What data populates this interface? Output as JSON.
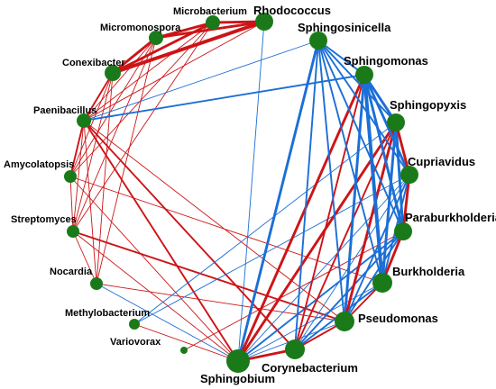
{
  "colors": {
    "positive": "#cc1417",
    "negative": "#1b6fd6",
    "node": "#1a7a1a"
  },
  "nodes": [
    {
      "id": "rhodococcus",
      "label": "Rhodococcus"
    },
    {
      "id": "microbacterium",
      "label": "Microbacterium"
    },
    {
      "id": "micromonospora",
      "label": "Micromonospora"
    },
    {
      "id": "conexibacter",
      "label": "Conexibacter"
    },
    {
      "id": "paenibacillus",
      "label": "Paenibacillus"
    },
    {
      "id": "amycolatopsis",
      "label": "Amycolatopsis"
    },
    {
      "id": "streptomyces",
      "label": "Streptomyces"
    },
    {
      "id": "nocardia",
      "label": "Nocardia"
    },
    {
      "id": "methylobacterium",
      "label": "Methylobacterium"
    },
    {
      "id": "variovorax",
      "label": "Variovorax"
    },
    {
      "id": "sphingobium",
      "label": "Sphingobium"
    },
    {
      "id": "corynebacterium",
      "label": "Corynebacterium"
    },
    {
      "id": "pseudomonas",
      "label": "Pseudomonas"
    },
    {
      "id": "burkholderia",
      "label": "Burkholderia"
    },
    {
      "id": "paraburkholderia",
      "label": "Paraburkholderia"
    },
    {
      "id": "cupriavidus",
      "label": "Cupriavidus"
    },
    {
      "id": "sphingopyxis",
      "label": "Sphingopyxis"
    },
    {
      "id": "sphingomonas",
      "label": "Sphingomonas"
    },
    {
      "id": "sphingosinicella",
      "label": "Sphingosinicella"
    }
  ],
  "edges": [
    [
      "rhodococcus",
      "microbacterium",
      "pos",
      3
    ],
    [
      "rhodococcus",
      "micromonospora",
      "pos",
      3
    ],
    [
      "rhodococcus",
      "conexibacter",
      "pos",
      4
    ],
    [
      "rhodococcus",
      "paenibacillus",
      "pos",
      1
    ],
    [
      "rhodococcus",
      "sphingobium",
      "neg",
      1
    ],
    [
      "microbacterium",
      "micromonospora",
      "pos",
      3
    ],
    [
      "microbacterium",
      "conexibacter",
      "pos",
      3
    ],
    [
      "microbacterium",
      "paenibacillus",
      "pos",
      1
    ],
    [
      "microbacterium",
      "amycolatopsis",
      "pos",
      1
    ],
    [
      "microbacterium",
      "streptomyces",
      "pos",
      1
    ],
    [
      "micromonospora",
      "conexibacter",
      "pos",
      3
    ],
    [
      "micromonospora",
      "paenibacillus",
      "pos",
      1
    ],
    [
      "micromonospora",
      "amycolatopsis",
      "pos",
      1
    ],
    [
      "micromonospora",
      "streptomyces",
      "pos",
      1
    ],
    [
      "micromonospora",
      "nocardia",
      "pos",
      1
    ],
    [
      "conexibacter",
      "amycolatopsis",
      "pos",
      1
    ],
    [
      "conexibacter",
      "streptomyces",
      "pos",
      1
    ],
    [
      "conexibacter",
      "nocardia",
      "pos",
      1
    ],
    [
      "conexibacter",
      "paenibacillus",
      "pos",
      2
    ],
    [
      "paenibacillus",
      "amycolatopsis",
      "pos",
      2
    ],
    [
      "paenibacillus",
      "streptomyces",
      "pos",
      1
    ],
    [
      "paenibacillus",
      "nocardia",
      "pos",
      1
    ],
    [
      "paenibacillus",
      "sphingomonas",
      "neg",
      2
    ],
    [
      "paenibacillus",
      "sphingosinicella",
      "neg",
      1
    ],
    [
      "paenibacillus",
      "sphingobium",
      "pos",
      2
    ],
    [
      "paenibacillus",
      "corynebacterium",
      "pos",
      2
    ],
    [
      "paenibacillus",
      "pseudomonas",
      "pos",
      1
    ],
    [
      "amycolatopsis",
      "streptomyces",
      "pos",
      1
    ],
    [
      "amycolatopsis",
      "burkholderia",
      "pos",
      1
    ],
    [
      "amycolatopsis",
      "sphingobium",
      "pos",
      1
    ],
    [
      "streptomyces",
      "nocardia",
      "pos",
      1
    ],
    [
      "streptomyces",
      "pseudomonas",
      "pos",
      2
    ],
    [
      "streptomyces",
      "sphingobium",
      "pos",
      1
    ],
    [
      "nocardia",
      "pseudomonas",
      "pos",
      1
    ],
    [
      "nocardia",
      "sphingobium",
      "neg",
      1
    ],
    [
      "methylobacterium",
      "sphingobium",
      "pos",
      1
    ],
    [
      "methylobacterium",
      "cupriavidus",
      "neg",
      1
    ],
    [
      "methylobacterium",
      "sphingopyxis",
      "neg",
      1
    ],
    [
      "variovorax",
      "paraburkholderia",
      "pos",
      1
    ],
    [
      "sphingobium",
      "corynebacterium",
      "pos",
      3
    ],
    [
      "sphingobium",
      "sphingosinicella",
      "neg",
      3
    ],
    [
      "sphingobium",
      "sphingomonas",
      "pos",
      3
    ],
    [
      "sphingobium",
      "sphingopyxis",
      "pos",
      3
    ],
    [
      "sphingobium",
      "cupriavidus",
      "neg",
      1
    ],
    [
      "sphingobium",
      "paraburkholderia",
      "neg",
      2
    ],
    [
      "sphingobium",
      "burkholderia",
      "neg",
      1
    ],
    [
      "sphingobium",
      "pseudomonas",
      "neg",
      1
    ],
    [
      "corynebacterium",
      "sphingosinicella",
      "neg",
      2
    ],
    [
      "corynebacterium",
      "sphingomonas",
      "pos",
      2
    ],
    [
      "corynebacterium",
      "sphingopyxis",
      "pos",
      2
    ],
    [
      "corynebacterium",
      "cupriavidus",
      "neg",
      1
    ],
    [
      "corynebacterium",
      "paraburkholderia",
      "neg",
      2
    ],
    [
      "corynebacterium",
      "burkholderia",
      "neg",
      2
    ],
    [
      "corynebacterium",
      "pseudomonas",
      "pos",
      2
    ],
    [
      "pseudomonas",
      "sphingosinicella",
      "neg",
      2
    ],
    [
      "pseudomonas",
      "sphingomonas",
      "neg",
      3
    ],
    [
      "pseudomonas",
      "sphingopyxis",
      "pos",
      3
    ],
    [
      "pseudomonas",
      "cupriavidus",
      "neg",
      2
    ],
    [
      "pseudomonas",
      "paraburkholderia",
      "neg",
      2
    ],
    [
      "pseudomonas",
      "burkholderia",
      "pos",
      2
    ],
    [
      "burkholderia",
      "sphingosinicella",
      "neg",
      2
    ],
    [
      "burkholderia",
      "sphingomonas",
      "neg",
      4
    ],
    [
      "burkholderia",
      "sphingopyxis",
      "neg",
      3
    ],
    [
      "burkholderia",
      "cupriavidus",
      "neg",
      2
    ],
    [
      "burkholderia",
      "paraburkholderia",
      "pos",
      3
    ],
    [
      "paraburkholderia",
      "sphingosinicella",
      "neg",
      2
    ],
    [
      "paraburkholderia",
      "sphingomonas",
      "neg",
      3
    ],
    [
      "paraburkholderia",
      "sphingopyxis",
      "neg",
      3
    ],
    [
      "paraburkholderia",
      "cupriavidus",
      "pos",
      3
    ],
    [
      "cupriavidus",
      "sphingosinicella",
      "neg",
      2
    ],
    [
      "cupriavidus",
      "sphingomonas",
      "neg",
      3
    ],
    [
      "cupriavidus",
      "sphingopyxis",
      "pos",
      3
    ],
    [
      "sphingopyxis",
      "sphingomonas",
      "neg",
      3
    ],
    [
      "sphingopyxis",
      "sphingosinicella",
      "neg",
      2
    ],
    [
      "sphingomonas",
      "sphingosinicella",
      "neg",
      2
    ]
  ]
}
